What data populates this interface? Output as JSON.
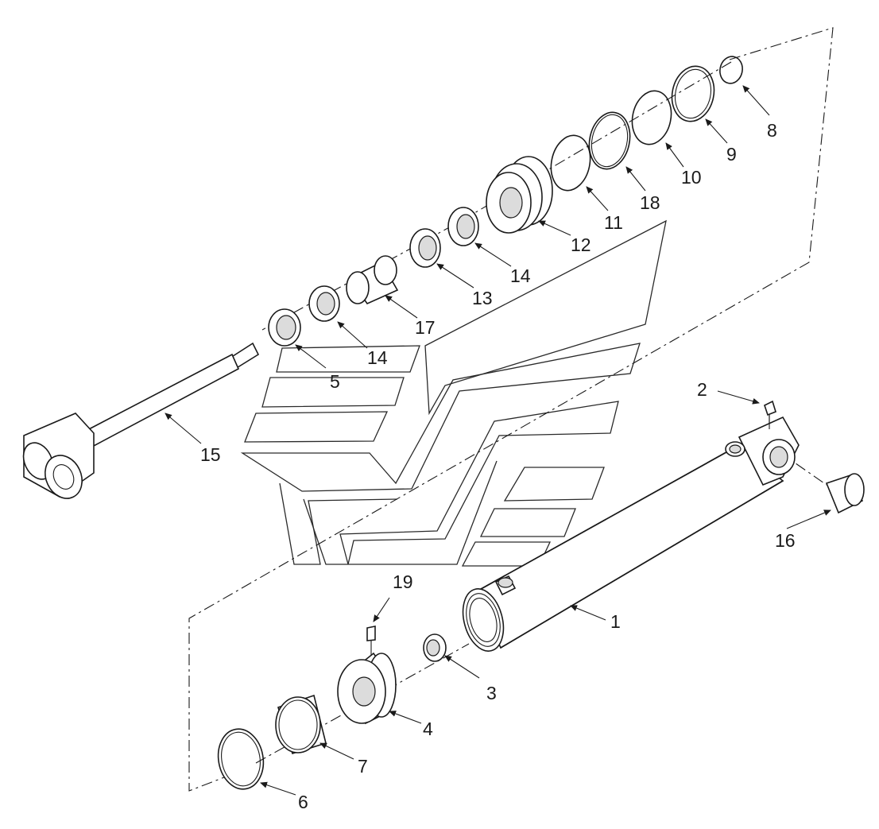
{
  "diagram": {
    "callouts": [
      {
        "id": "p1",
        "label": "1"
      },
      {
        "id": "p2",
        "label": "2"
      },
      {
        "id": "p3",
        "label": "3"
      },
      {
        "id": "p4",
        "label": "4"
      },
      {
        "id": "p5",
        "label": "5"
      },
      {
        "id": "p6",
        "label": "6"
      },
      {
        "id": "p7",
        "label": "7"
      },
      {
        "id": "p8",
        "label": "8"
      },
      {
        "id": "p9",
        "label": "9"
      },
      {
        "id": "p10",
        "label": "10"
      },
      {
        "id": "p11",
        "label": "11"
      },
      {
        "id": "p12",
        "label": "12"
      },
      {
        "id": "p13",
        "label": "13"
      },
      {
        "id": "p14a",
        "label": "14"
      },
      {
        "id": "p14b",
        "label": "14"
      },
      {
        "id": "p15",
        "label": "15"
      },
      {
        "id": "p16",
        "label": "16"
      },
      {
        "id": "p17",
        "label": "17"
      },
      {
        "id": "p18",
        "label": "18"
      },
      {
        "id": "p19",
        "label": "19"
      }
    ]
  }
}
